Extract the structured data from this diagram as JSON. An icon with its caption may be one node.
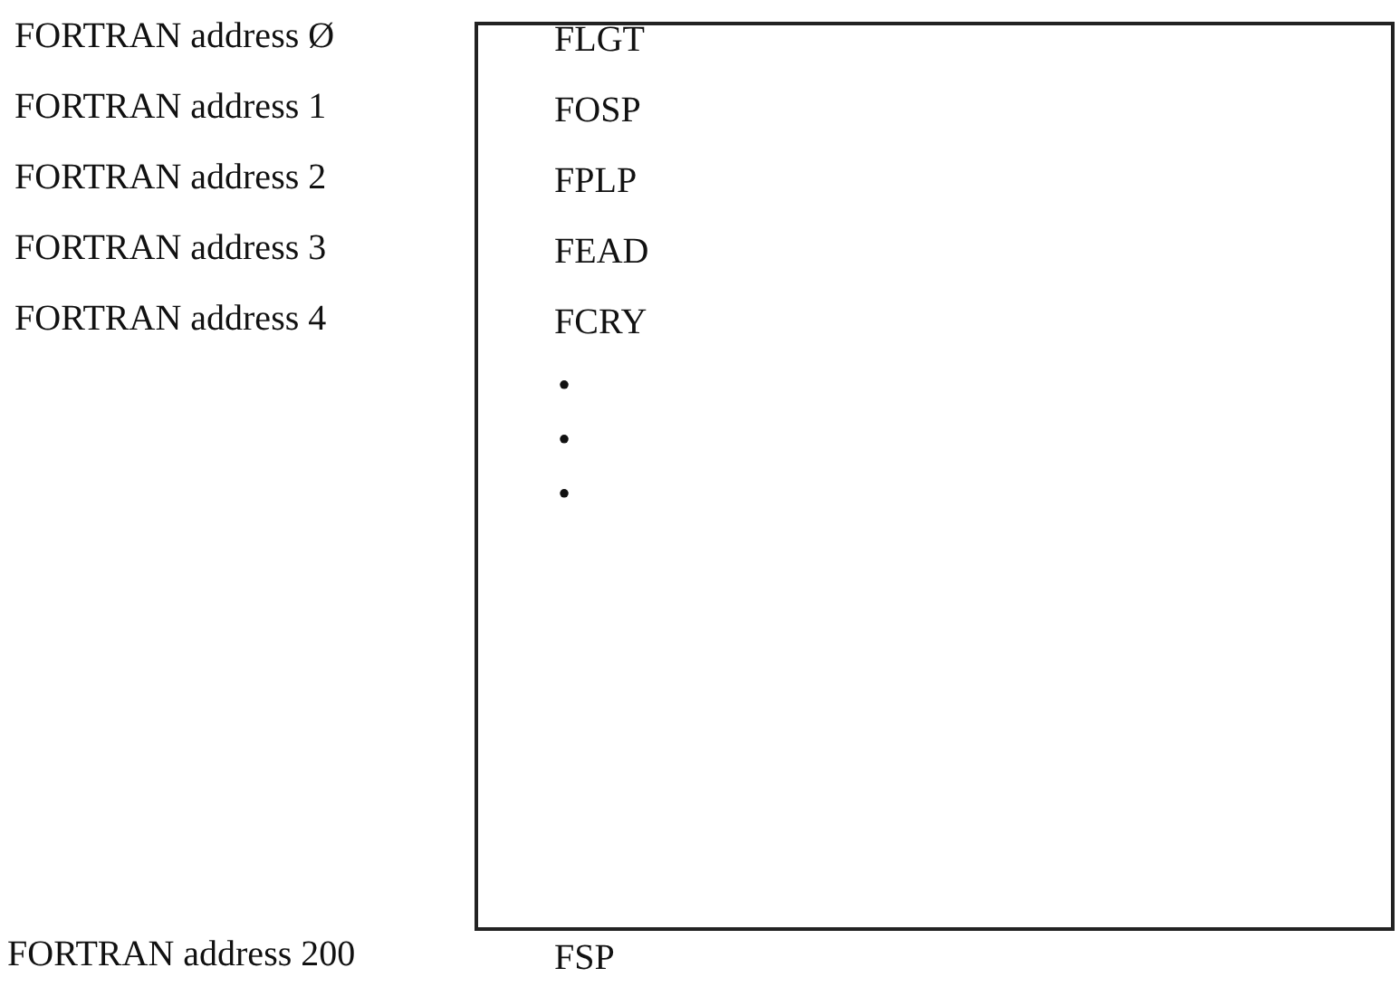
{
  "diagram": {
    "nodes": [
      {
        "text": [
          "FLGT",
          "FOSP",
          "FPLP",
          "FEAD",
          "FCRY",
          "•",
          "•",
          "•"
        ]
      }
    ],
    "labels": [
      "FORTRAN address Ø",
      "FORTRAN address 1",
      "FORTRAN address 2",
      "FORTRAN address 3",
      "FORTRAN address 4",
      "FORTRAN address 200",
      "FSP"
    ]
  }
}
